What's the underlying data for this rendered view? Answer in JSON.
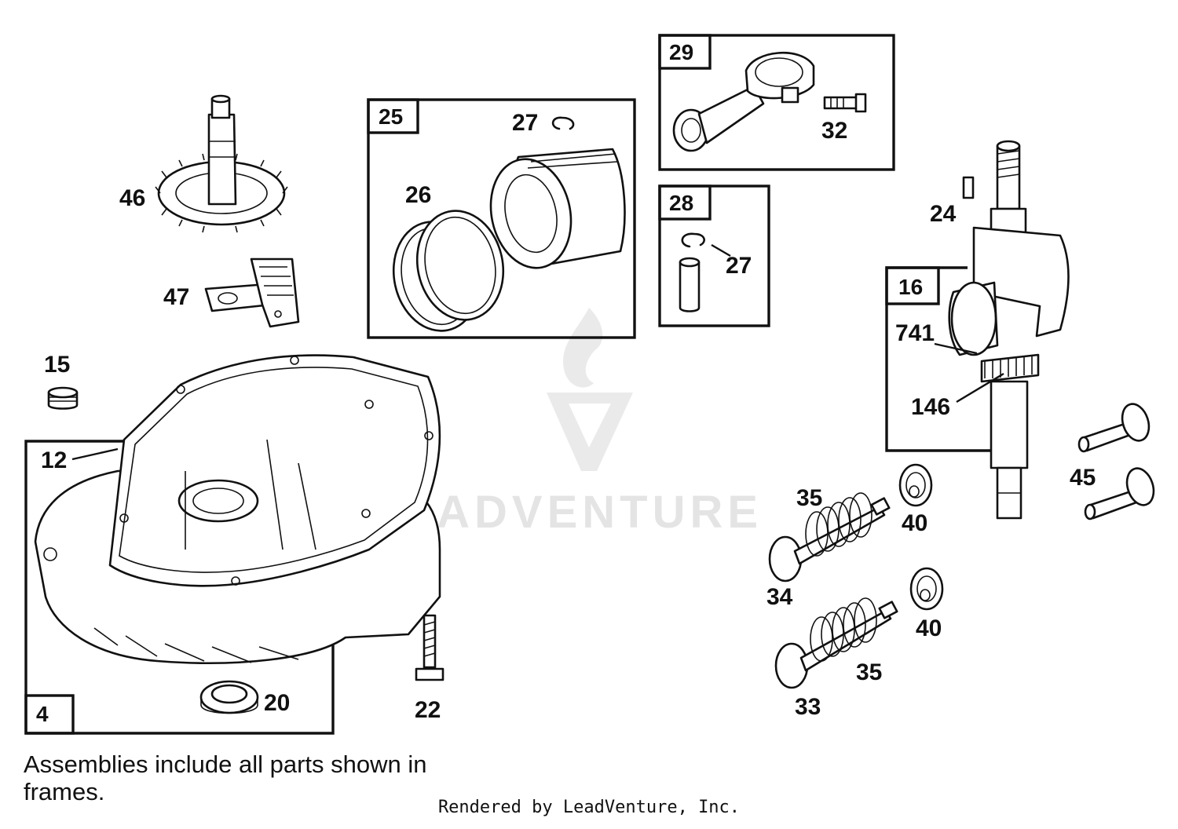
{
  "frames": {
    "f4": "4",
    "f25": "25",
    "f29": "29",
    "f28": "28",
    "f16": "16"
  },
  "callouts": {
    "c46": "46",
    "c47": "47",
    "c15": "15",
    "c12": "12",
    "c20": "20",
    "c22": "22",
    "c26": "26",
    "c27a": "27",
    "c32": "32",
    "c27b": "27",
    "c24": "24",
    "c741": "741",
    "c146": "146",
    "c45": "45",
    "c35a": "35",
    "c40a": "40",
    "c34": "34",
    "c40b": "40",
    "c35b": "35",
    "c33": "33"
  },
  "watermark": {
    "text": "LEADVENTURE"
  },
  "note": "Assemblies include all parts shown in frames.",
  "credit": "Rendered by LeadVenture, Inc."
}
